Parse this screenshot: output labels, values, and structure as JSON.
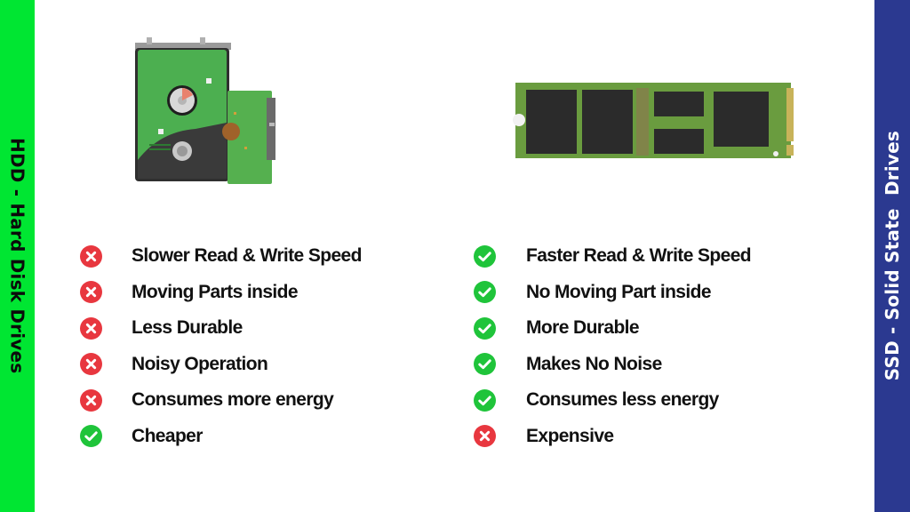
{
  "colors": {
    "hdd_band": "#00e632",
    "ssd_band": "#2b3990",
    "pro_icon": "#1fc43a",
    "con_icon": "#e8373f"
  },
  "hdd": {
    "title": "HDD - Hard Disk Drives",
    "image_alt": "hard-disk-drive-photo",
    "features": [
      {
        "label": "Slower Read & Write Speed",
        "icon": "cross-circle-icon",
        "positive": false
      },
      {
        "label": "Moving Parts inside",
        "icon": "cross-circle-icon",
        "positive": false
      },
      {
        "label": "Less Durable",
        "icon": "cross-circle-icon",
        "positive": false
      },
      {
        "label": "Noisy Operation",
        "icon": "cross-circle-icon",
        "positive": false
      },
      {
        "label": "Consumes more energy",
        "icon": "cross-circle-icon",
        "positive": false
      },
      {
        "label": "Cheaper",
        "icon": "check-circle-icon",
        "positive": true
      }
    ]
  },
  "ssd": {
    "title": "SSD - Solid State  Drives",
    "image_alt": "m2-ssd-photo",
    "features": [
      {
        "label": "Faster Read & Write Speed",
        "icon": "check-circle-icon",
        "positive": true
      },
      {
        "label": "No Moving Part inside",
        "icon": "check-circle-icon",
        "positive": true
      },
      {
        "label": "More Durable",
        "icon": "check-circle-icon",
        "positive": true
      },
      {
        "label": "Makes No Noise",
        "icon": "check-circle-icon",
        "positive": true
      },
      {
        "label": "Consumes less energy",
        "icon": "check-circle-icon",
        "positive": true
      },
      {
        "label": "Expensive",
        "icon": "cross-circle-icon",
        "positive": false
      }
    ]
  }
}
